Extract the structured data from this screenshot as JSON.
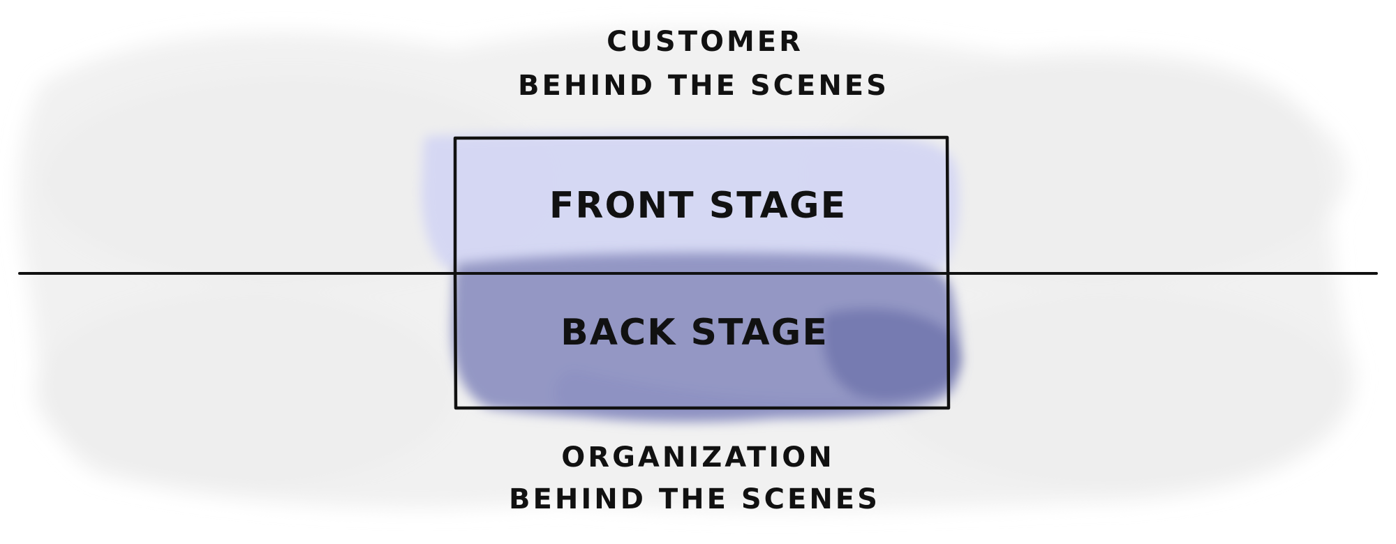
{
  "top_caption": {
    "line1": "CUSTOMER",
    "line2": "BEHIND THE SCENES"
  },
  "front_stage": {
    "label": "FRONT STAGE",
    "fill_color": "#d4d6f3"
  },
  "back_stage": {
    "label": "BACK STAGE",
    "fill_color": "#8e92c2"
  },
  "bottom_caption": {
    "line1": "ORGANIZATION",
    "line2": "BEHIND THE SCENES"
  },
  "colors": {
    "ink": "#111111",
    "background_wash": "#eeeeee",
    "back_stage_dark": "#6f74ad"
  }
}
